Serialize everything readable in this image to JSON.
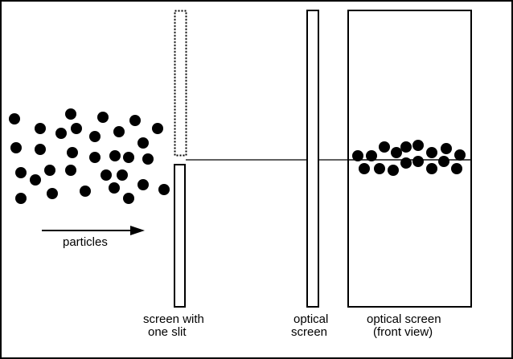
{
  "labels": {
    "arrow": "particles",
    "slit_screen": [
      "screen with",
      "one slit"
    ],
    "optical_screen": [
      "optical",
      "screen"
    ],
    "front_view": [
      "optical screen",
      "(front view)"
    ]
  },
  "colors": {
    "ink": "#000000",
    "background": "#ffffff"
  }
}
